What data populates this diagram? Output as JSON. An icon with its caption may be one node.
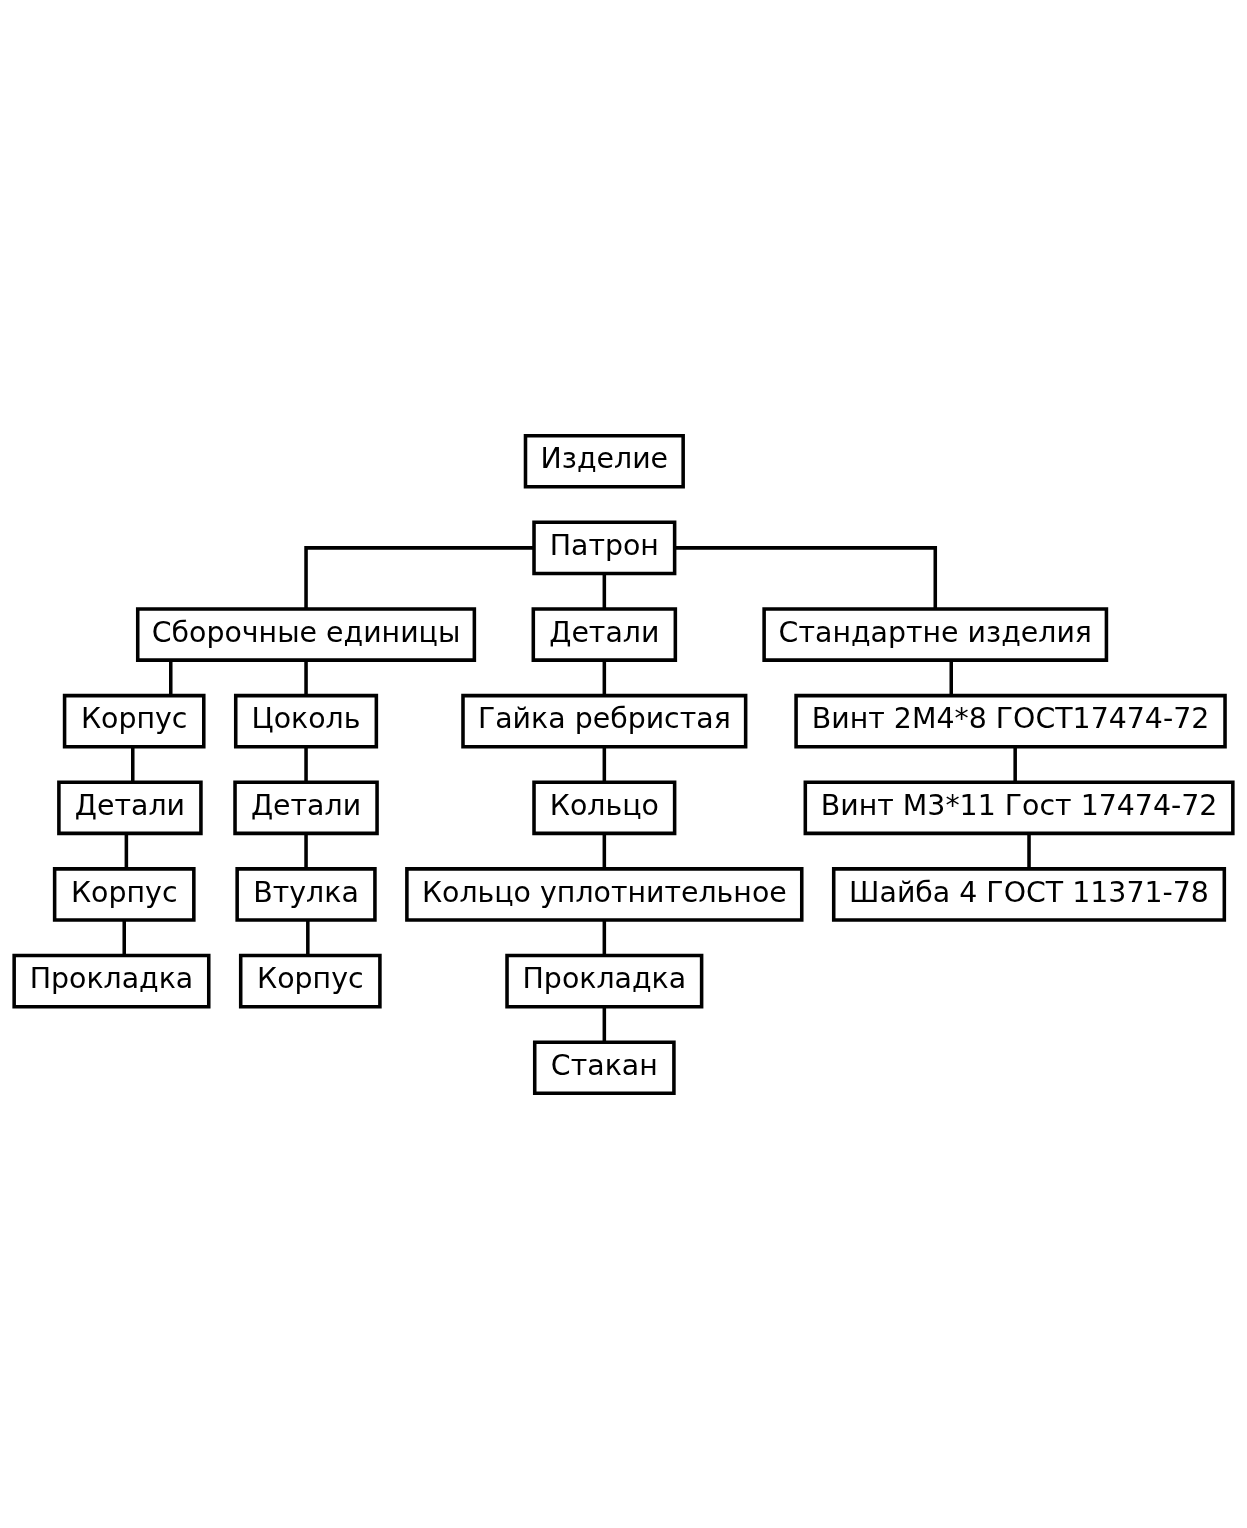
{
  "diagram": {
    "nodes": [
      {
        "text": [
          "Изделие"
        ]
      },
      {
        "text": [
          "Патрон"
        ]
      },
      {
        "text": [
          "Сборочные единицы"
        ]
      },
      {
        "text": [
          "Детали"
        ]
      },
      {
        "text": [
          "Стандартне изделия"
        ]
      },
      {
        "text": [
          "Корпус"
        ]
      },
      {
        "text": [
          "Цоколь"
        ]
      },
      {
        "text": [
          "Гайка ребристая"
        ]
      },
      {
        "text": [
          "Винт 2М4*8 ГОСТ17474-72"
        ]
      },
      {
        "text": [
          "Детали"
        ]
      },
      {
        "text": [
          "Детали"
        ]
      },
      {
        "text": [
          "Кольцо"
        ]
      },
      {
        "text": [
          "Винт М3*11 Гост 17474-72"
        ]
      },
      {
        "text": [
          "Корпус"
        ]
      },
      {
        "text": [
          "Втулка"
        ]
      },
      {
        "text": [
          "Кольцо уплотнительное"
        ]
      },
      {
        "text": [
          "Шайба 4 ГОСТ 11371-78"
        ]
      },
      {
        "text": [
          "Прокладка"
        ]
      },
      {
        "text": [
          "Корпус"
        ]
      },
      {
        "text": [
          "Прокладка"
        ]
      },
      {
        "text": [
          "Стакан"
        ]
      }
    ],
    "edges": [
      {
        "from": 1,
        "to": 2,
        "arrow": "none"
      },
      {
        "from": 1,
        "to": 3,
        "arrow": "none"
      },
      {
        "from": 1,
        "to": 4,
        "arrow": "none"
      },
      {
        "from": 2,
        "to": 5,
        "arrow": "none"
      },
      {
        "from": 2,
        "to": 6,
        "arrow": "none"
      },
      {
        "from": 5,
        "to": 9,
        "arrow": "none"
      },
      {
        "from": 9,
        "to": 13,
        "arrow": "none"
      },
      {
        "from": 13,
        "to": 17,
        "arrow": "none"
      },
      {
        "from": 6,
        "to": 10,
        "arrow": "none"
      },
      {
        "from": 10,
        "to": 14,
        "arrow": "none"
      },
      {
        "from": 14,
        "to": 18,
        "arrow": "none"
      },
      {
        "from": 3,
        "to": 7,
        "arrow": "none"
      },
      {
        "from": 7,
        "to": 11,
        "arrow": "none"
      },
      {
        "from": 11,
        "to": 15,
        "arrow": "none"
      },
      {
        "from": 15,
        "to": 19,
        "arrow": "none"
      },
      {
        "from": 19,
        "to": 20,
        "arrow": "none"
      },
      {
        "from": 4,
        "to": 8,
        "arrow": "none"
      },
      {
        "from": 8,
        "to": 12,
        "arrow": "none"
      },
      {
        "from": 12,
        "to": 16,
        "arrow": "none"
      }
    ]
  }
}
